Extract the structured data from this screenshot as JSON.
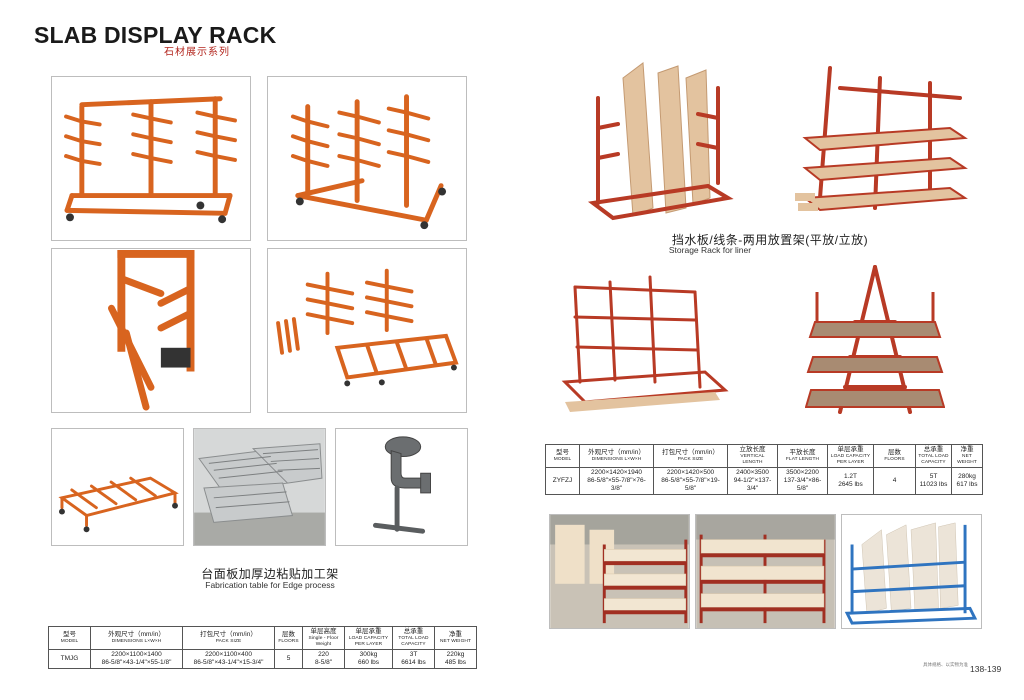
{
  "header": {
    "title": "SLAB DISPLAY RACK",
    "subtitle": "石材展示系列"
  },
  "left_section": {
    "caption_cn": "台面板加厚边粘贴加工架",
    "caption_en": "Fabrication table for Edge process",
    "photos": [
      {
        "name": "orange-rack-front-photo"
      },
      {
        "name": "orange-rack-angle-photo"
      },
      {
        "name": "rack-closeup-photo"
      },
      {
        "name": "rack-parts-photo"
      },
      {
        "name": "flat-rack-photo"
      },
      {
        "name": "packed-bundle-photo"
      },
      {
        "name": "clamp-photo"
      }
    ],
    "table": {
      "headers": [
        {
          "cn": "型号",
          "en": "MODEL"
        },
        {
          "cn": "外观尺寸（mm/in）",
          "en": "DIMENSIONS L×W×H"
        },
        {
          "cn": "打包尺寸（mm/in）",
          "en": "PACK SIZE"
        },
        {
          "cn": "层数",
          "en": "FLOORS"
        },
        {
          "cn": "单层高度",
          "en": "Single - Floor Weight"
        },
        {
          "cn": "单层承重",
          "en": "LOAD CAPACITY PER LAYER"
        },
        {
          "cn": "总承重",
          "en": "TOTAL LOAD CAPACITY"
        },
        {
          "cn": "净重",
          "en": "NET WEIGHT"
        }
      ],
      "row": [
        [
          "TMJG"
        ],
        [
          "2200×1100×1400",
          "86-5/8\"×43-1/4\"×55-1/8\""
        ],
        [
          "2200×1100×400",
          "86-5/8\"×43-1/4\"×15-3/4\""
        ],
        [
          "5"
        ],
        [
          "220",
          "8-5/8\""
        ],
        [
          "300kg",
          "660 lbs"
        ],
        [
          "3T",
          "6614 lbs"
        ],
        [
          "220kg",
          "485 lbs"
        ]
      ]
    }
  },
  "right_section": {
    "caption_cn": "挡水板/线条-两用放置架(平放/立放)",
    "caption_en": "Storage Rack for liner",
    "photos": [
      {
        "name": "liner-rack-vertical-photo"
      },
      {
        "name": "liner-rack-shelf-photo"
      },
      {
        "name": "liner-rack-empty-photo"
      },
      {
        "name": "liner-rack-a-frame-photo"
      },
      {
        "name": "warehouse-photo-1"
      },
      {
        "name": "warehouse-photo-2"
      },
      {
        "name": "blue-rack-photo"
      }
    ],
    "table": {
      "headers": [
        {
          "cn": "型号",
          "en": "MODEL"
        },
        {
          "cn": "外观尺寸（mm/in）",
          "en": "DIMENSIONS L×W×H"
        },
        {
          "cn": "打包尺寸（mm/in）",
          "en": "PACK SIZE"
        },
        {
          "cn": "立放长度",
          "en": "VERTICAL LENGTH"
        },
        {
          "cn": "平放长度",
          "en": "FLAT LENGTH"
        },
        {
          "cn": "单层承重",
          "en": "LOAD CAPACITY PER LAYER"
        },
        {
          "cn": "层数",
          "en": "FLOORS"
        },
        {
          "cn": "总承重",
          "en": "TOTAL LOAD CAPACITY"
        },
        {
          "cn": "净重",
          "en": "NET WEIGHT"
        }
      ],
      "row": [
        [
          "ZYFZJ"
        ],
        [
          "2200×1420×1940",
          "86-5/8\"×55-7/8\"×76-3/8\""
        ],
        [
          "2200×1420×500",
          "86-5/8\"×55-7/8\"×19-5/8\""
        ],
        [
          "2400×3500",
          "94-1/2\"×137-3/4\""
        ],
        [
          "3500×2200",
          "137-3/4\"×86-5/8\""
        ],
        [
          "1.2T",
          "2645 lbs"
        ],
        [
          "4"
        ],
        [
          "5T",
          "11023 lbs"
        ],
        [
          "280kg",
          "617 lbs"
        ]
      ]
    }
  },
  "footer": {
    "note": "具体规格、以实物为准",
    "page_numbers": "138-139"
  },
  "colors": {
    "rack_orange": "#d8641f",
    "rack_red": "#b83a25",
    "title_red": "#b3261e",
    "blue_rack": "#2f74c0",
    "wood": "#e3c39f"
  }
}
